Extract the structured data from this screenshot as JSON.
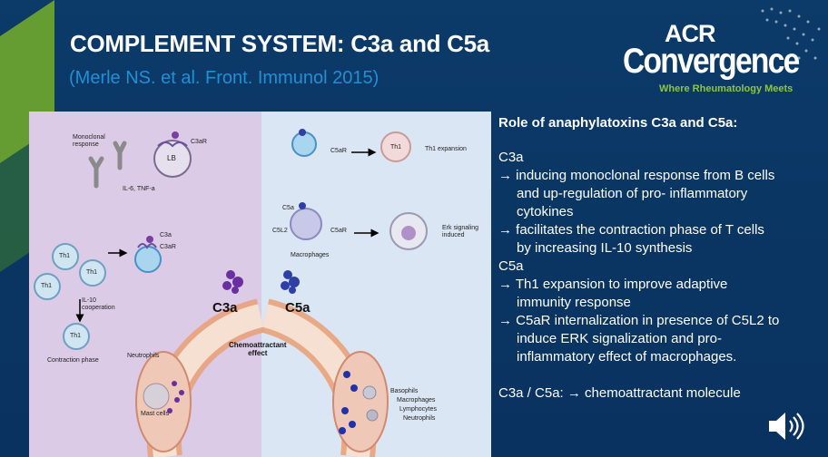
{
  "slide": {
    "title": "COMPLEMENT SYSTEM: C3a and C5a",
    "citation": "(Merle NS. et al. Front. Immunol 2015)"
  },
  "logo": {
    "acr": "ACR",
    "convergence": "Convergence",
    "tagline": "Where Rheumatology Meets"
  },
  "figure": {
    "labels": {
      "monoclonal": "Monoclonal\nresponse",
      "c3ar_top": "C3aR",
      "lb": "LB",
      "il6": "IL-6, TNF-a",
      "c5ar_top": "C5aR",
      "th1_expansion_cell": "Th1",
      "th1_expansion": "Th1 expansion",
      "c5a": "C5a",
      "c5l2": "C5L2",
      "c5ar_mid": "C5aR",
      "erk": "Erk signaling\ninduced",
      "macrophages": "Macrophages",
      "c3a_small": "C3a",
      "c3ar_mid": "C3aR",
      "th1_a": "Th1",
      "th1_b": "Th1",
      "th1_c": "Th1",
      "il10": "IL-10\ncooperation",
      "th1_d": "Th1",
      "contraction": "Contraction phase",
      "c3a_big": "C3a",
      "c5a_big": "C5a",
      "chemo": "Chemoattractant\neffect",
      "neutrophils": "Neutrophils",
      "mast": "Mast cells",
      "basophils": "Basophils",
      "macrophages2": "Macrophages",
      "lymphocytes": "Lymphocytes",
      "neutrophils2": "Neutrophils"
    }
  },
  "notes": {
    "heading": "Role of anaphylatoxins C3a and C5a:",
    "c3a_label": "C3a",
    "c3a_1a": "→ inducing monoclonal response from B cells",
    "c3a_1b": "and up-regulation of pro- inflammatory",
    "c3a_1c": "cytokines",
    "c3a_2a": "→ facilitates the contraction phase of T cells",
    "c3a_2b": "by increasing IL-10 synthesis",
    "c5a_label": "C5a",
    "c5a_1a": "→ Th1 expansion to improve adaptive",
    "c5a_1b": "immunity response",
    "c5a_2a": "→ C5aR internalization in presence of C5L2 to",
    "c5a_2b": "induce ERK signalization and pro-",
    "c5a_2c": "inflammatory effect of macrophages.",
    "summary": "C3a / C5a: → chemoattractant molecule"
  },
  "colors": {
    "background": "#0c3b69",
    "accent_blue": "#1e90d6",
    "accent_green": "#8cc63f",
    "left_panel": "#dccbe6",
    "right_panel": "#dbe6f4"
  },
  "icons": {
    "audio": "speaker-icon"
  }
}
